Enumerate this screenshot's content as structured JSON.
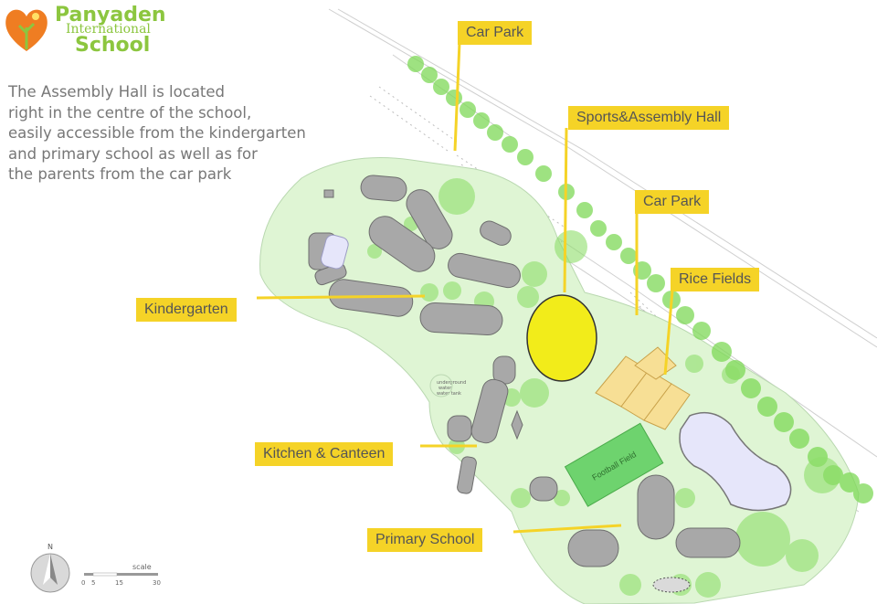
{
  "logo": {
    "line1": "Panyaden",
    "line2": "International",
    "line3": "School",
    "icon": "heart-tree-icon",
    "colors": {
      "heart": "#ef7d22",
      "text": "#8cc63f"
    }
  },
  "intro": {
    "lines": [
      "The Assembly Hall is located",
      "right in the centre of the school,",
      "easily accessible from the kindergarten",
      "and primary school as well as for",
      "the parents from the car park"
    ]
  },
  "labels": {
    "car_park_1": "Car Park",
    "sports_hall": "Sports&Assembly Hall",
    "car_park_2": "Car Park",
    "rice_fields": "Rice Fields",
    "kindergarten": "Kindergarten",
    "kitchen": "Kitchen & Canteen",
    "primary": "Primary School"
  },
  "map_text": {
    "football_field": "Football Field",
    "water_tank_1": "underground",
    "water_tank_2": "water",
    "water_tank_3": "water tank"
  },
  "compass": {
    "north": "N",
    "icon": "north-arrow-icon"
  },
  "scale": {
    "title": "scale",
    "ticks": [
      "0",
      "5",
      "15",
      "30"
    ]
  },
  "colors": {
    "label_bg": "#f5d327",
    "grass": "#dff5d4",
    "trees": "#7ed957",
    "hall": "#f2ec1a",
    "rice": "#f7df95",
    "pond": "#e6e6fa",
    "building": "#a8a8a8"
  }
}
